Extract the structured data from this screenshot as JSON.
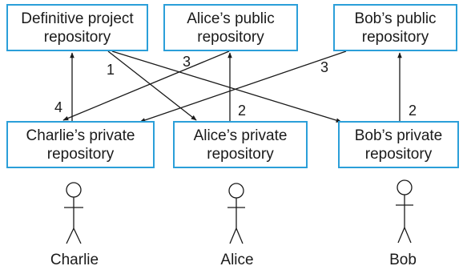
{
  "boxes": {
    "definitive": {
      "line1": "Definitive project",
      "line2": "repository"
    },
    "alice_public": {
      "line1": "Alice’s public",
      "line2": "repository"
    },
    "bob_public": {
      "line1": "Bob’s public",
      "line2": "repository"
    },
    "charlie_private": {
      "line1": "Charlie’s private",
      "line2": "repository"
    },
    "alice_private": {
      "line1": "Alice’s private",
      "line2": "repository"
    },
    "bob_private": {
      "line1": "Bob’s private",
      "line2": "repository"
    }
  },
  "arrow_labels": {
    "one": "1",
    "two_alice": "2",
    "two_bob": "2",
    "three_alice": "3",
    "three_bob": "3",
    "four": "4"
  },
  "people": {
    "charlie": "Charlie",
    "alice": "Alice",
    "bob": "Bob"
  },
  "colors": {
    "box_border": "#2b9fd9",
    "line": "#1a1a1a"
  }
}
